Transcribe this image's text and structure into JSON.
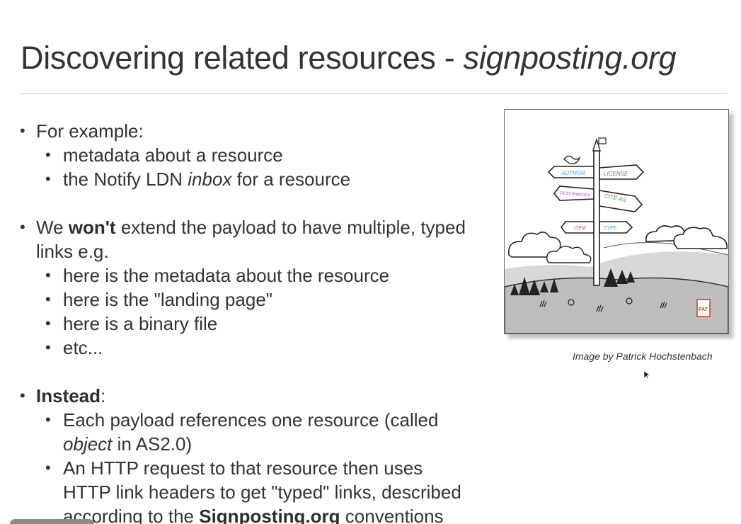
{
  "slide": {
    "title": "Discovering related resources - ",
    "title_italic": "signposting.org",
    "bullets": {
      "b1": "For example:",
      "b1_1": "metadata about a resource",
      "b1_2_pre": "the Notify LDN ",
      "b1_2_em": "inbox",
      "b1_2_post": " for a resource",
      "b2_pre": "We ",
      "b2_bold": "won't",
      "b2_post": " extend the payload to have multiple, typed",
      "b2_cont": "links e.g.",
      "b2_1": "here is the metadata about the resource",
      "b2_2": "here is the \"landing page\"",
      "b2_3": "here is a binary file",
      "b2_4": "etc...",
      "b3_bold": "Instead",
      "b3_post": ":",
      "b3_1": "Each payload references one resource (called",
      "b3_1_em": "object",
      "b3_1_cont": " in AS2.0)",
      "b3_2": "An HTTP request to that resource then uses",
      "b3_2_cont": "HTTP link headers to get \"typed\" links, described",
      "b3_2_pre": "according to the  ",
      "b3_2_bold": "Signposting.org",
      "b3_2_post": " conventions"
    },
    "bullet_glyph": "•"
  },
  "illustration": {
    "signs": [
      "AUTHOR",
      "LICENSE",
      "DESCRIBEDBY",
      "CITE-AS",
      "ITEM",
      "TYPE"
    ],
    "signature": "PAT",
    "caption": "Image by Patrick Hochstenbach"
  },
  "colors": {
    "text": "#333333",
    "rule": "#c9c9c9",
    "sign_blue": "#4a9fd6",
    "sign_magenta": "#d0409a",
    "sign_green": "#3aa64a",
    "signature_red": "#d33a2c"
  }
}
